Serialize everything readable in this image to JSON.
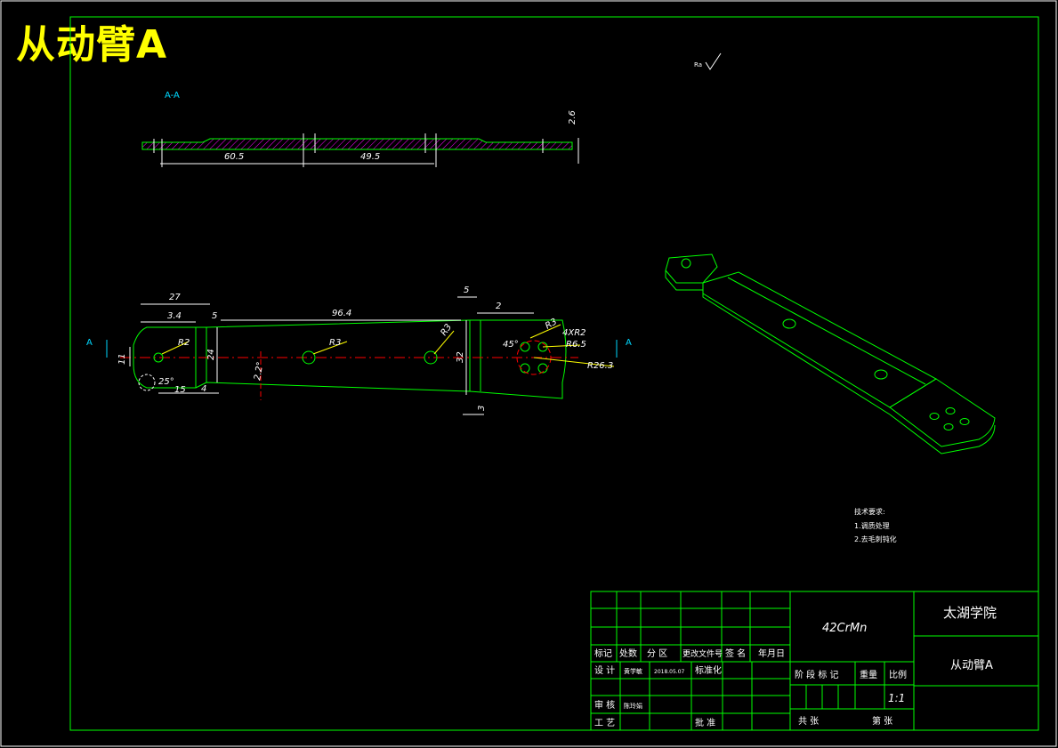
{
  "drawing": {
    "title": "从动臂A",
    "section_label": "A-A",
    "section_dims": {
      "left": "60.5",
      "right": "49.5",
      "thickness": "2.6"
    },
    "finish_symbol_label": "Ra",
    "section_cut_labels": [
      "A",
      "A"
    ],
    "plan_dims": {
      "d27": "27",
      "d3_4": "3.4",
      "d5a": "5",
      "d96_4": "96.4",
      "d5b": "5",
      "d2": "2",
      "r2": "R2",
      "r3a": "R3",
      "r3b": "R3",
      "r3c": "R3",
      "r2x4": "4XR2",
      "r6_5": "R6.5",
      "r26_3": "R26.3",
      "a45": "45°",
      "d11": "11",
      "d24": "24",
      "d32": "32",
      "a2_2": "2.2°",
      "a25": "25°",
      "d15": "15",
      "d4": "4",
      "d3": "3"
    },
    "tech_requirements": {
      "heading": "技术要求:",
      "items": [
        "1.调质处理",
        "2.去毛刺钝化"
      ]
    }
  },
  "title_block": {
    "material": "42CrMn",
    "school": "太湖学院",
    "part_name": "从动臂A",
    "scale": "1:1",
    "labels": {
      "biaoji": "标记",
      "chushu": "处数",
      "fenqu": "分 区",
      "genggai": "更改文件号",
      "qianming": "签 名",
      "nianyueri": "年月日",
      "sheji": "设 计",
      "designer": "黄学敏",
      "date": "2018.05.07",
      "biaozhunhua": "标准化",
      "shenhe": "审 核",
      "checker": "陈玲娟",
      "gongyi": "工 艺",
      "pizhun": "批 准",
      "jieduan": "阶 段 标 记",
      "zhongliang": "重量",
      "bili": "比例",
      "gong": "共 张",
      "di": "第 张"
    }
  }
}
